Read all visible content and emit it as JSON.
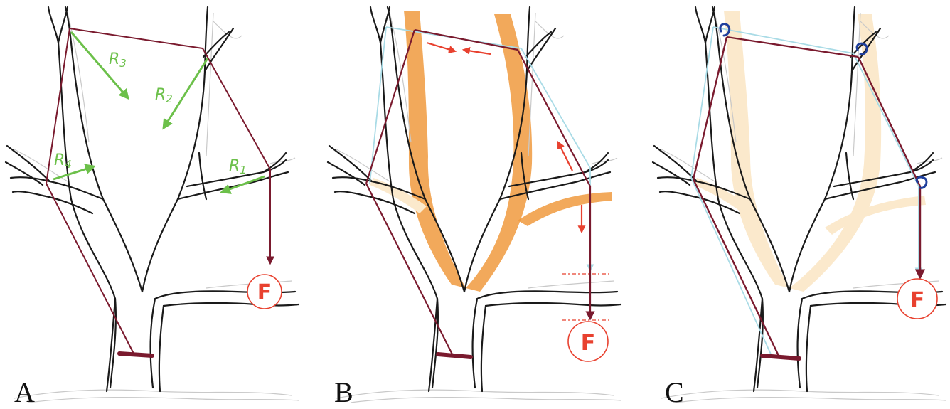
{
  "panels": [
    {
      "label": "A"
    },
    {
      "label": "B"
    },
    {
      "label": "C"
    }
  ],
  "reactions": [
    {
      "symbol": "R",
      "sub": "1"
    },
    {
      "symbol": "R",
      "sub": "2"
    },
    {
      "symbol": "R",
      "sub": "3"
    },
    {
      "symbol": "R",
      "sub": "4"
    }
  ],
  "force_label": "F",
  "colors": {
    "cable": "#7a1a2e",
    "reaction": "#6cc04a",
    "force_circle": "#e8412f",
    "stressed_wood": "#f09a3e",
    "light_wood": "#fbe9cc",
    "ghost_cable": "#a9dbe6",
    "hook": "#1f3f9c"
  }
}
